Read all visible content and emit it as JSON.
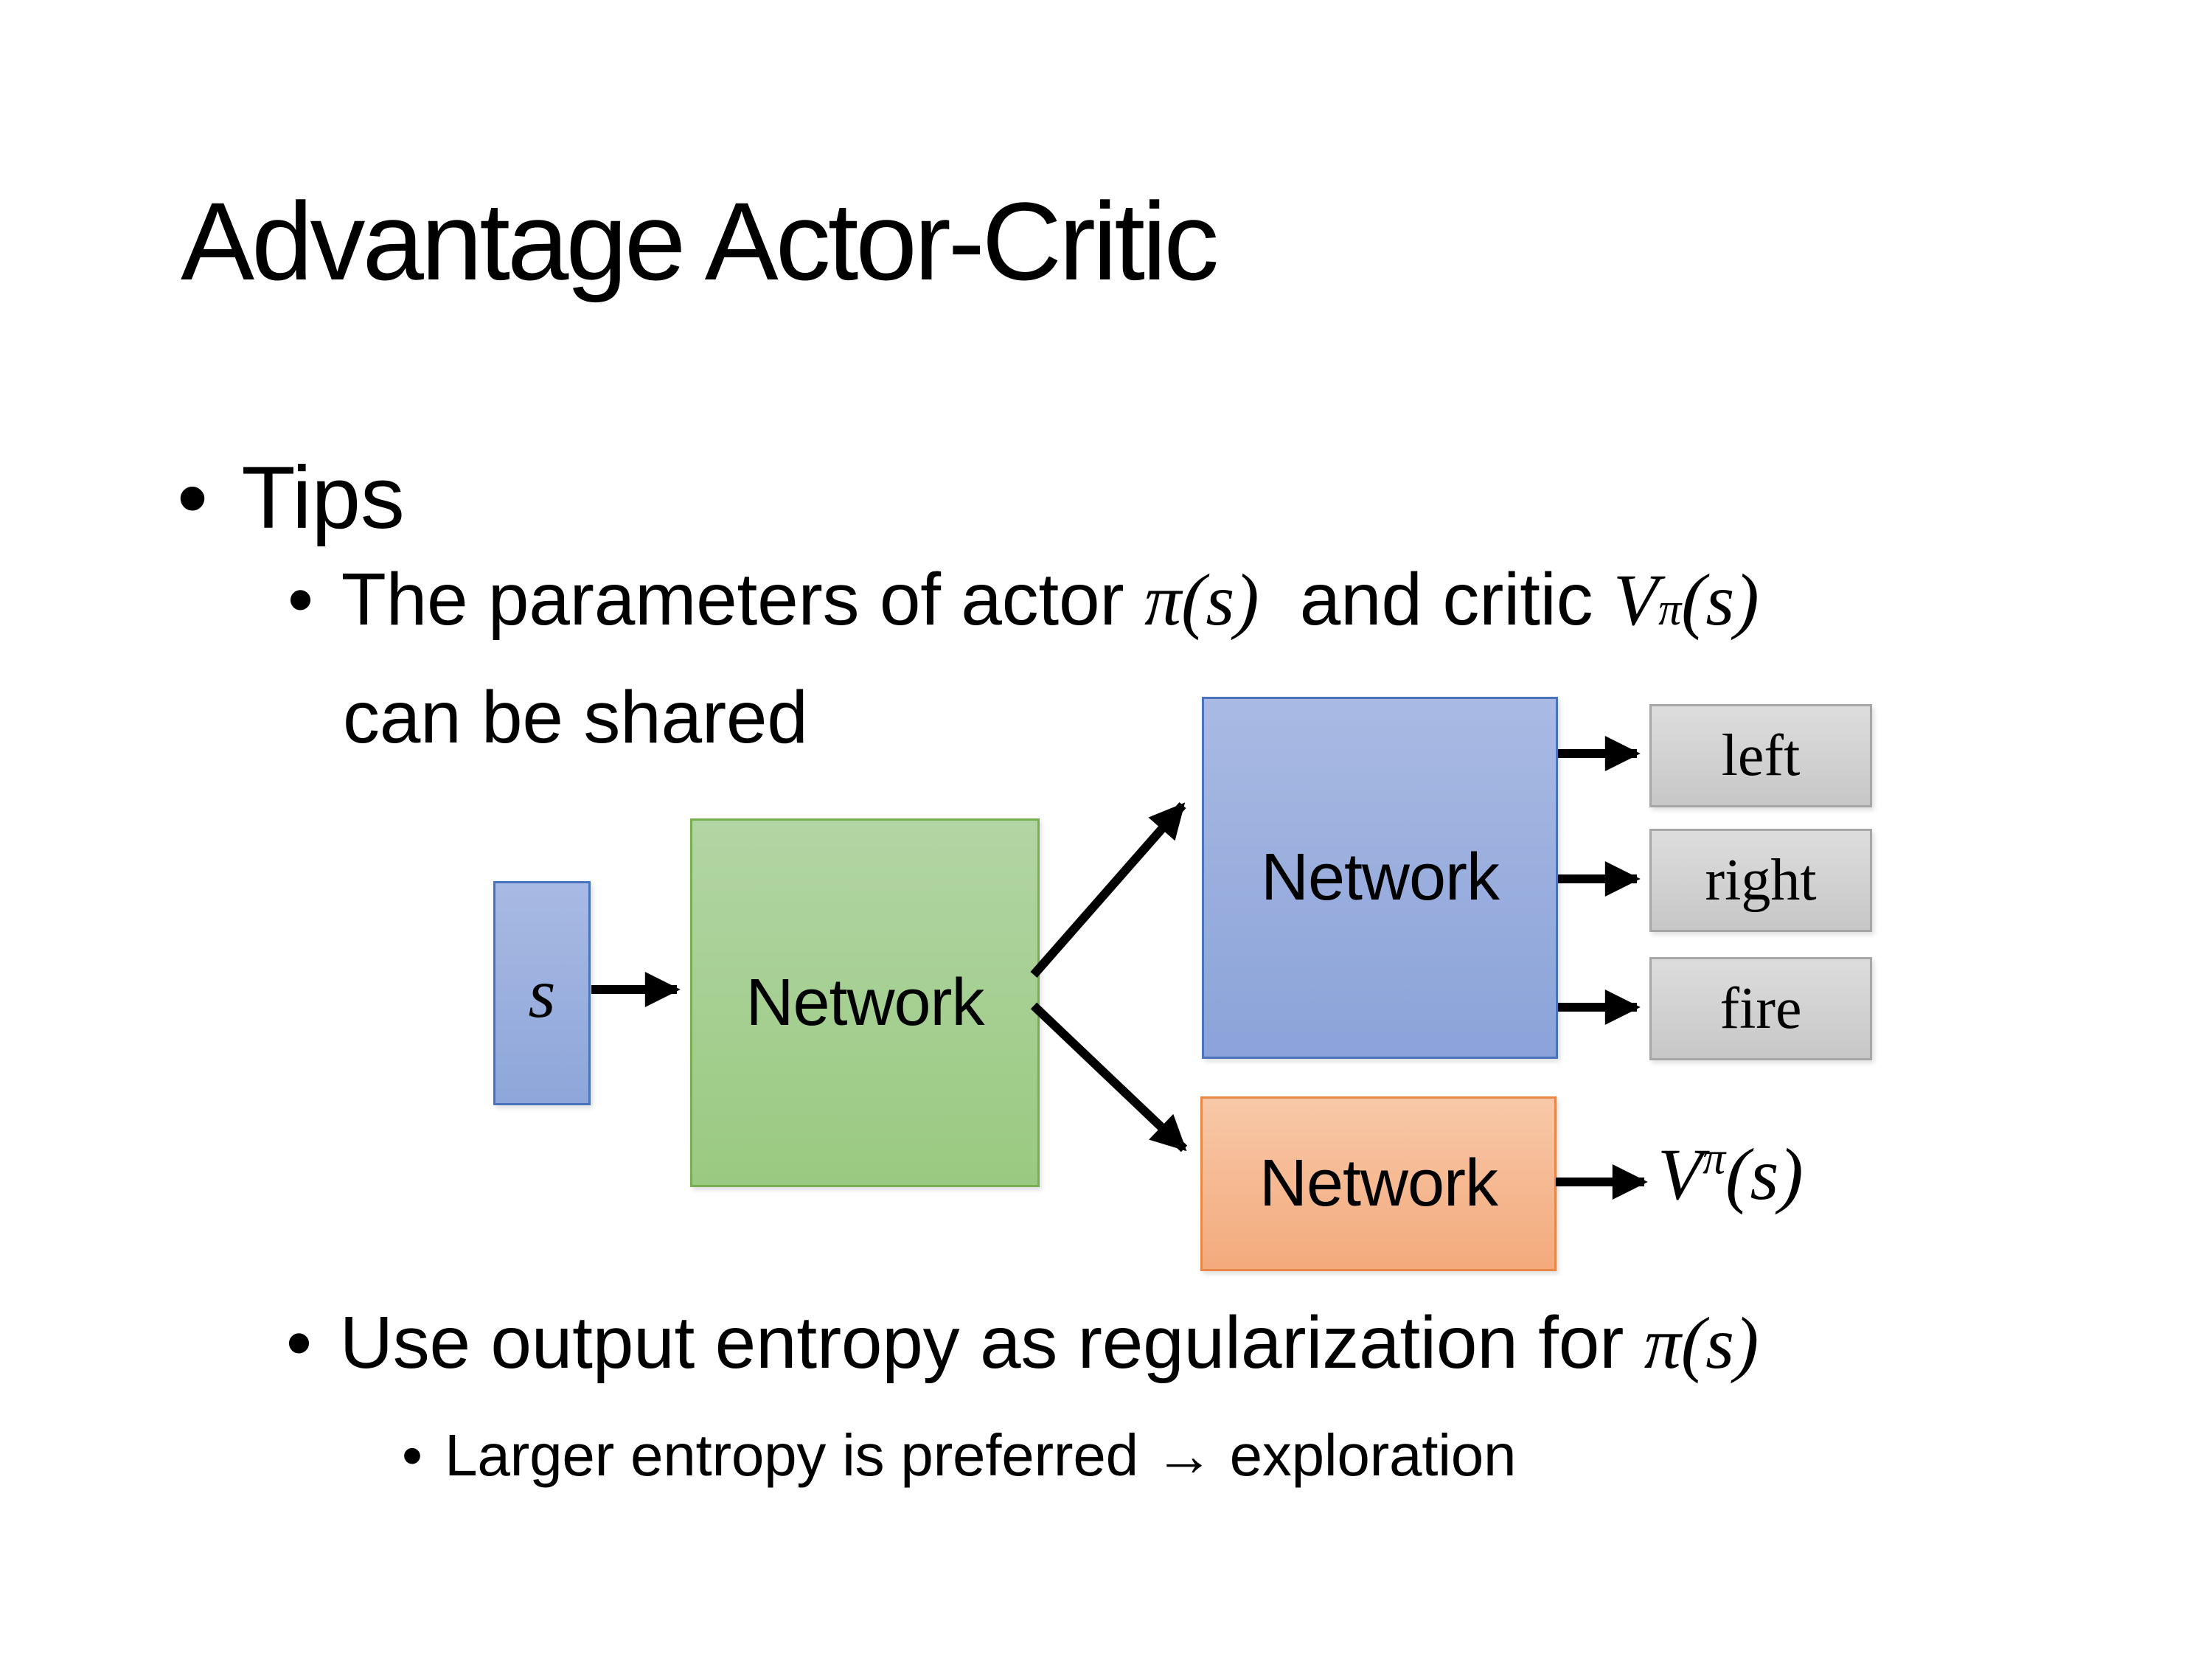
{
  "slide": {
    "background": "#ffffff",
    "title": "Advantage Actor-Critic"
  },
  "bullets": {
    "marker": "•",
    "level1": "Tips",
    "shared_tip": {
      "text_before_actor_math": "The parameters of actor ",
      "actor_math": "π(s)",
      "text_between": "  and critic ",
      "critic_math_base": "V",
      "critic_math_sup": "π",
      "critic_math_arg": "(s)",
      "line2": "can be shared"
    },
    "entropy_tip": {
      "text_before_math": "Use output entropy as regularization for ",
      "math": "π(s)"
    },
    "exploration_tip": "Larger entropy is preferred → exploration"
  },
  "diagram": {
    "state_box": {
      "label": "s",
      "fill_top": "#a8bae3",
      "fill_bottom": "#8ea6da",
      "border": "#4a73bd"
    },
    "shared_network_box": {
      "label": "Network",
      "fill_top": "#b2d5a4",
      "fill_bottom": "#9aca81",
      "border": "#77ae4f"
    },
    "actor_network_box": {
      "label": "Network",
      "fill_top": "#a9bae3",
      "fill_bottom": "#8ba3d9",
      "border": "#4a73bd"
    },
    "critic_network_box": {
      "label": "Network",
      "fill_top": "#f8c8a8",
      "fill_bottom": "#f3aa7c",
      "border": "#e98748"
    },
    "action_boxes": [
      {
        "label": "left"
      },
      {
        "label": "right"
      },
      {
        "label": "fire"
      }
    ],
    "action_box_style": {
      "fill_top": "#dddddd",
      "fill_bottom": "#c7c7c7",
      "border": "#a6a6a6"
    },
    "value_output": {
      "base": "V",
      "sup": "π",
      "arg": "(s)"
    },
    "arrow_color": "#000000"
  }
}
